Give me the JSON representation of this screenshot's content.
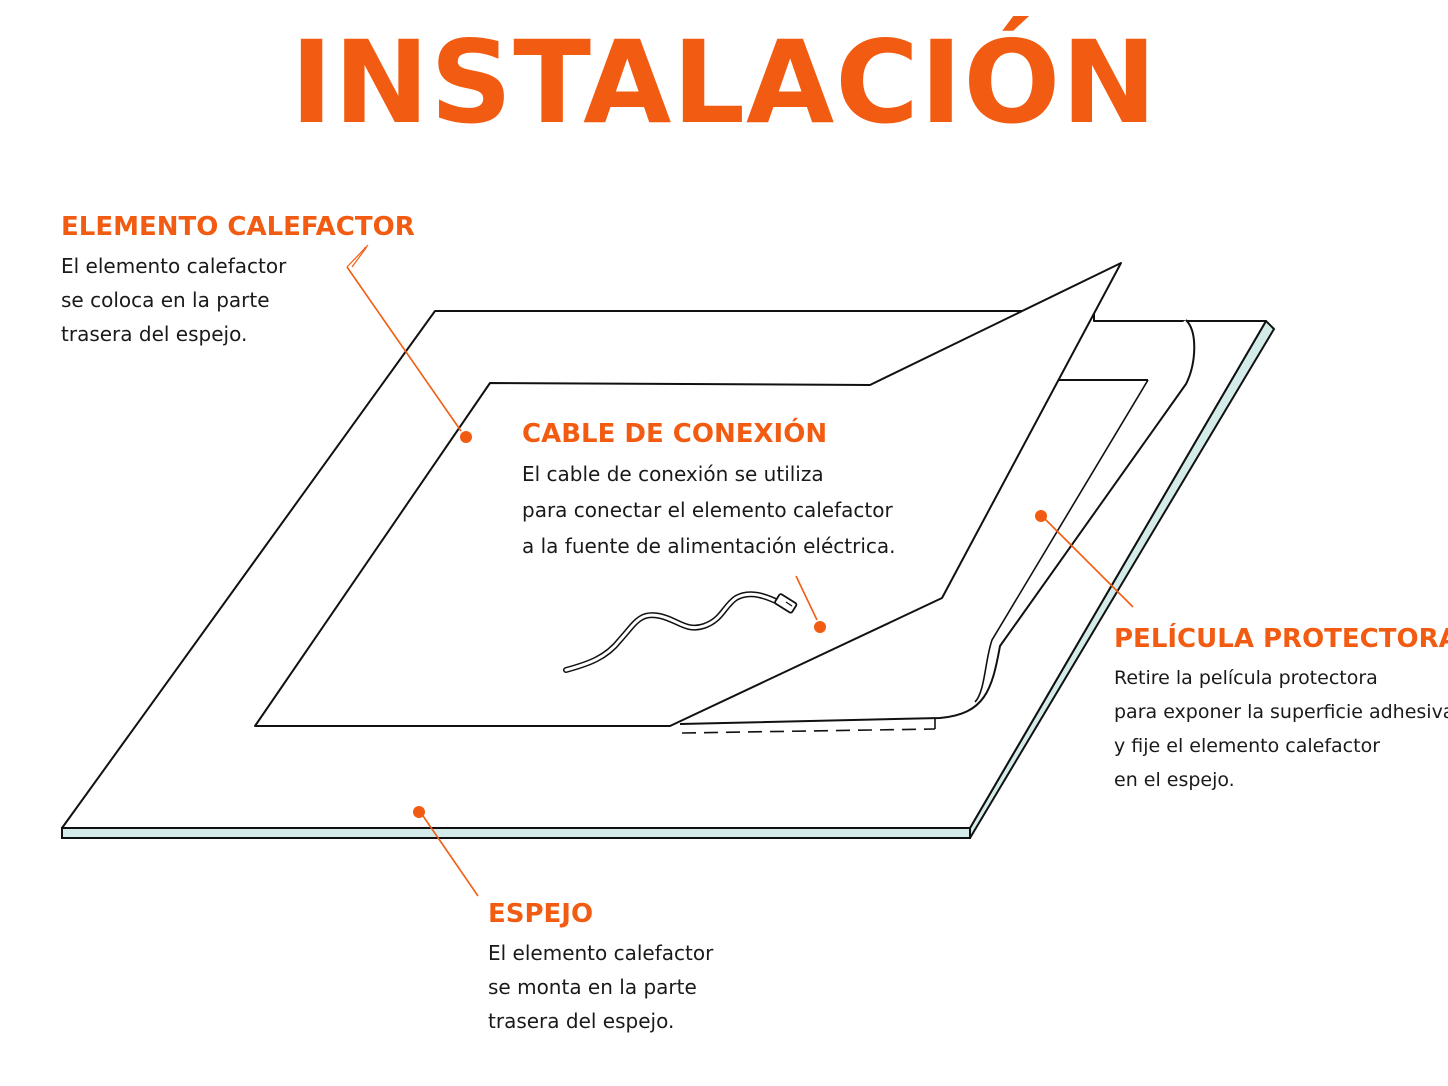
{
  "title": "INSTALACIÓN",
  "colors": {
    "accent": "#f25c12",
    "text": "#1a1a1a",
    "mirror_edge": "#d4ece9",
    "line": "#111111"
  },
  "labels": {
    "elemento_calefactor": {
      "title": "ELEMENTO CALEFACTOR",
      "lines": [
        "El elemento calefactor",
        "se coloca en la parte",
        "trasera del espejo."
      ]
    },
    "cable_conexion": {
      "title": "CABLE DE CONEXIÓN",
      "lines": [
        "El cable de conexión se utiliza",
        "para conectar el elemento calefactor",
        "a la fuente de alimentación eléctrica."
      ]
    },
    "pelicula_protectora": {
      "title": "PELÍCULA PROTECTORA",
      "lines": [
        "Retire la película protectora",
        "para exponer la superficie adhesiva",
        "y fije el elemento calefactor",
        "en el espejo."
      ]
    },
    "espejo": {
      "title": "ESPEJO",
      "lines": [
        "El elemento calefactor",
        "se monta en la parte",
        "trasera del espejo."
      ]
    }
  }
}
